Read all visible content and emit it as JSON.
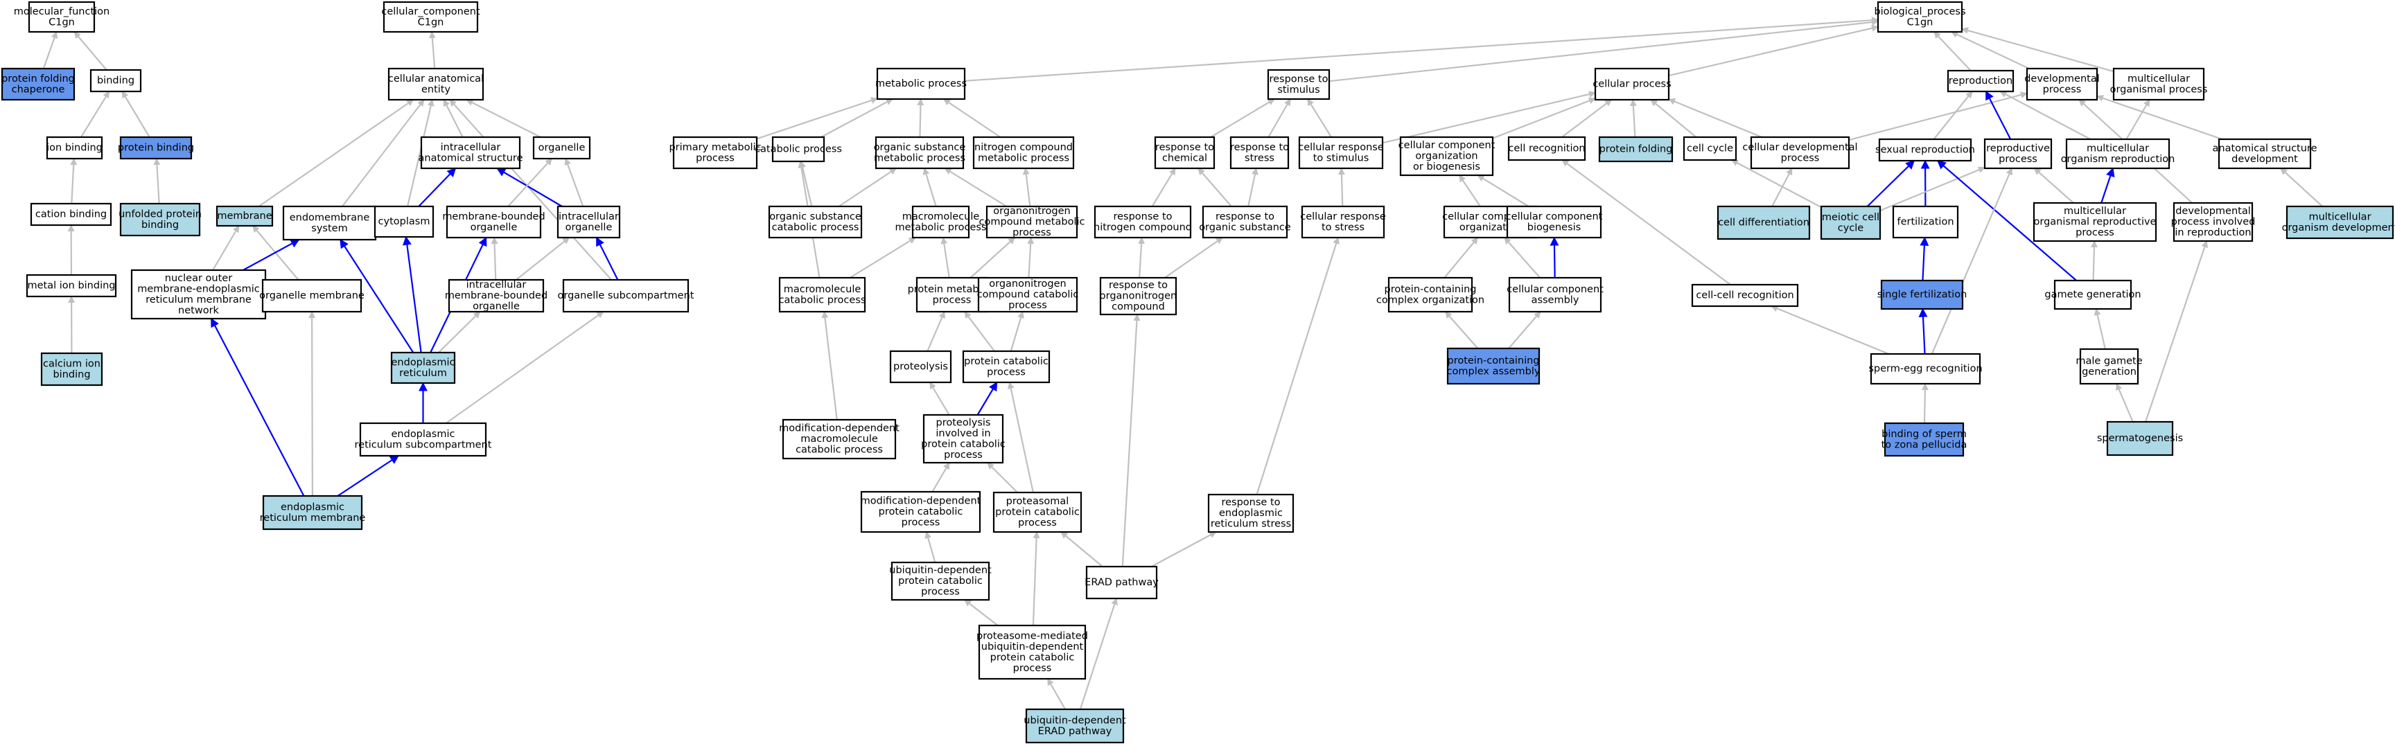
{
  "colors": {
    "plain": "#ffffff",
    "light": "#add8e6",
    "dark": "#6495ed",
    "edge_gray": "#c0c0c0",
    "edge_blue": "#0000ff",
    "border": "#000000"
  },
  "nodes": {
    "mf": {
      "label": [
        "molecular_function",
        "C1gn"
      ],
      "fill": "plain"
    },
    "pfc": {
      "label": [
        "protein folding",
        "chaperone"
      ],
      "fill": "dark"
    },
    "binding": {
      "label": [
        "binding"
      ],
      "fill": "plain"
    },
    "ionb": {
      "label": [
        "ion binding"
      ],
      "fill": "plain"
    },
    "protb": {
      "label": [
        "protein binding"
      ],
      "fill": "dark"
    },
    "catb": {
      "label": [
        "cation binding"
      ],
      "fill": "plain"
    },
    "upb": {
      "label": [
        "unfolded protein",
        "binding"
      ],
      "fill": "light"
    },
    "metb": {
      "label": [
        "metal ion binding"
      ],
      "fill": "plain"
    },
    "calb": {
      "label": [
        "calcium ion",
        "binding"
      ],
      "fill": "light"
    },
    "cc": {
      "label": [
        "cellular_component",
        "C1gn"
      ],
      "fill": "plain"
    },
    "cae": {
      "label": [
        "cellular anatomical",
        "entity"
      ],
      "fill": "plain"
    },
    "ias": {
      "label": [
        "intracellular",
        "anatomical structure"
      ],
      "fill": "plain"
    },
    "org": {
      "label": [
        "organelle"
      ],
      "fill": "plain"
    },
    "mem": {
      "label": [
        "membrane"
      ],
      "fill": "light"
    },
    "ems": {
      "label": [
        "endomembrane",
        "system"
      ],
      "fill": "plain"
    },
    "cyto": {
      "label": [
        "cytoplasm"
      ],
      "fill": "plain"
    },
    "mbo": {
      "label": [
        "membrane-bounded",
        "organelle"
      ],
      "fill": "plain"
    },
    "io": {
      "label": [
        "intracellular",
        "organelle"
      ],
      "fill": "plain"
    },
    "nom": {
      "label": [
        "nuclear outer",
        "membrane-endoplasmic",
        "reticulum membrane",
        "network"
      ],
      "fill": "plain"
    },
    "om": {
      "label": [
        "organelle membrane"
      ],
      "fill": "plain"
    },
    "imbo": {
      "label": [
        "intracellular",
        "membrane-bounded",
        "organelle"
      ],
      "fill": "plain"
    },
    "osub": {
      "label": [
        "organelle subcompartment"
      ],
      "fill": "plain"
    },
    "er": {
      "label": [
        "endoplasmic",
        "reticulum"
      ],
      "fill": "light"
    },
    "ersub": {
      "label": [
        "endoplasmic",
        "reticulum subcompartment"
      ],
      "fill": "plain"
    },
    "erm": {
      "label": [
        "endoplasmic",
        "reticulum membrane"
      ],
      "fill": "light"
    },
    "bp": {
      "label": [
        "biological_process",
        "C1gn"
      ],
      "fill": "plain"
    },
    "metp": {
      "label": [
        "metabolic process"
      ],
      "fill": "plain"
    },
    "rts": {
      "label": [
        "response to",
        "stimulus"
      ],
      "fill": "plain"
    },
    "cellp": {
      "label": [
        "cellular process"
      ],
      "fill": "plain"
    },
    "repro": {
      "label": [
        "reproduction"
      ],
      "fill": "plain"
    },
    "devp": {
      "label": [
        "developmental",
        "process"
      ],
      "fill": "plain"
    },
    "mop": {
      "label": [
        "multicellular",
        "organismal process"
      ],
      "fill": "plain"
    },
    "pmp": {
      "label": [
        "primary metabolic",
        "process"
      ],
      "fill": "plain"
    },
    "catp": {
      "label": [
        "catabolic process"
      ],
      "fill": "plain"
    },
    "osmp": {
      "label": [
        "organic substance",
        "metabolic process"
      ],
      "fill": "plain"
    },
    "ncmp": {
      "label": [
        "nitrogen compound",
        "metabolic process"
      ],
      "fill": "plain"
    },
    "rtc": {
      "label": [
        "response to",
        "chemical"
      ],
      "fill": "plain"
    },
    "rtstress": {
      "label": [
        "response to",
        "stress"
      ],
      "fill": "plain"
    },
    "crs": {
      "label": [
        "cellular response",
        "to stimulus"
      ],
      "fill": "plain"
    },
    "ccob": {
      "label": [
        "cellular component",
        "organization",
        "or biogenesis"
      ],
      "fill": "plain"
    },
    "cellrec": {
      "label": [
        "cell recognition"
      ],
      "fill": "plain"
    },
    "pfold": {
      "label": [
        "protein folding"
      ],
      "fill": "light"
    },
    "cycle": {
      "label": [
        "cell cycle"
      ],
      "fill": "plain"
    },
    "cdp": {
      "label": [
        "cellular developmental",
        "process"
      ],
      "fill": "plain"
    },
    "sexrep": {
      "label": [
        "sexual reproduction"
      ],
      "fill": "plain"
    },
    "repp": {
      "label": [
        "reproductive",
        "process"
      ],
      "fill": "plain"
    },
    "mor": {
      "label": [
        "multicellular",
        "organism reproduction"
      ],
      "fill": "plain"
    },
    "asd": {
      "label": [
        "anatomical structure",
        "development"
      ],
      "fill": "plain"
    },
    "oscp": {
      "label": [
        "organic substance",
        "catabolic process"
      ],
      "fill": "plain"
    },
    "mmp": {
      "label": [
        "macromolecule",
        "metabolic process"
      ],
      "fill": "plain"
    },
    "oncmp": {
      "label": [
        "organonitrogen",
        "compound metabolic",
        "process"
      ],
      "fill": "plain"
    },
    "rtnc": {
      "label": [
        "response to",
        "nitrogen compound"
      ],
      "fill": "plain"
    },
    "rtos": {
      "label": [
        "response to",
        "organic substance"
      ],
      "fill": "plain"
    },
    "crts": {
      "label": [
        "cellular response",
        "to stress"
      ],
      "fill": "plain"
    },
    "cco": {
      "label": [
        "cellular component",
        "organization"
      ],
      "fill": "plain"
    },
    "ccb": {
      "label": [
        "cellular component",
        "biogenesis"
      ],
      "fill": "plain"
    },
    "celldiff": {
      "label": [
        "cell differentiation"
      ],
      "fill": "light"
    },
    "mcc": {
      "label": [
        "meiotic cell",
        "cycle"
      ],
      "fill": "light"
    },
    "fert": {
      "label": [
        "fertilization"
      ],
      "fill": "plain"
    },
    "morp": {
      "label": [
        "multicellular",
        "organismal reproductive",
        "process"
      ],
      "fill": "plain"
    },
    "dpir": {
      "label": [
        "developmental",
        "process involved",
        "in reproduction"
      ],
      "fill": "plain"
    },
    "mod": {
      "label": [
        "multicellular",
        "organism development"
      ],
      "fill": "light"
    },
    "mcp": {
      "label": [
        "macromolecule",
        "catabolic process"
      ],
      "fill": "plain"
    },
    "pmetp": {
      "label": [
        "protein metabolic",
        "process"
      ],
      "fill": "plain"
    },
    "onccp": {
      "label": [
        "organonitrogen",
        "compound catabolic",
        "process"
      ],
      "fill": "plain"
    },
    "rtonc": {
      "label": [
        "response to",
        "organonitrogen",
        "compound"
      ],
      "fill": "plain"
    },
    "pcco": {
      "label": [
        "protein-containing",
        "complex organization"
      ],
      "fill": "plain"
    },
    "cca": {
      "label": [
        "cellular component",
        "assembly"
      ],
      "fill": "plain"
    },
    "ccr": {
      "label": [
        "cell-cell recognition"
      ],
      "fill": "plain"
    },
    "sfert": {
      "label": [
        "single fertilization"
      ],
      "fill": "dark"
    },
    "gg": {
      "label": [
        "gamete generation"
      ],
      "fill": "plain"
    },
    "protl": {
      "label": [
        "proteolysis"
      ],
      "fill": "plain"
    },
    "pcatp": {
      "label": [
        "protein catabolic",
        "process"
      ],
      "fill": "plain"
    },
    "pcca": {
      "label": [
        "protein-containing",
        "complex assembly"
      ],
      "fill": "dark"
    },
    "ser": {
      "label": [
        "sperm-egg recognition"
      ],
      "fill": "plain"
    },
    "mgg": {
      "label": [
        "male gamete",
        "generation"
      ],
      "fill": "plain"
    },
    "mdmcp": {
      "label": [
        "modification-dependent",
        "macromolecule",
        "catabolic process"
      ],
      "fill": "plain"
    },
    "pipcp": {
      "label": [
        "proteolysis",
        "involved in",
        "protein catabolic",
        "process"
      ],
      "fill": "plain"
    },
    "bszp": {
      "label": [
        "binding of sperm",
        "to zona pellucida"
      ],
      "fill": "dark"
    },
    "sperm": {
      "label": [
        "spermatogenesis"
      ],
      "fill": "light"
    },
    "mdpcp": {
      "label": [
        "modification-dependent",
        "protein catabolic",
        "process"
      ],
      "fill": "plain"
    },
    "ppcp": {
      "label": [
        "proteasomal",
        "protein catabolic",
        "process"
      ],
      "fill": "plain"
    },
    "rters": {
      "label": [
        "response to",
        "endoplasmic",
        "reticulum stress"
      ],
      "fill": "plain"
    },
    "udpcp": {
      "label": [
        "ubiquitin-dependent",
        "protein catabolic",
        "process"
      ],
      "fill": "plain"
    },
    "erad": {
      "label": [
        "ERAD pathway"
      ],
      "fill": "plain"
    },
    "pmudp": {
      "label": [
        "proteasome-mediated",
        "ubiquitin-dependent",
        "protein catabolic",
        "process"
      ],
      "fill": "plain"
    },
    "uderad": {
      "label": [
        "ubiquitin-dependent",
        "ERAD pathway"
      ],
      "fill": "light"
    }
  },
  "edges": [
    [
      "pfc",
      "mf",
      "g"
    ],
    [
      "binding",
      "mf",
      "g"
    ],
    [
      "ionb",
      "binding",
      "g"
    ],
    [
      "protb",
      "binding",
      "g"
    ],
    [
      "catb",
      "ionb",
      "g"
    ],
    [
      "upb",
      "protb",
      "g"
    ],
    [
      "metb",
      "catb",
      "g"
    ],
    [
      "calb",
      "metb",
      "g"
    ],
    [
      "cae",
      "cc",
      "g"
    ],
    [
      "ias",
      "cae",
      "g"
    ],
    [
      "org",
      "cae",
      "g"
    ],
    [
      "mem",
      "cae",
      "g"
    ],
    [
      "ems",
      "cae",
      "g"
    ],
    [
      "cyto",
      "cae",
      "g"
    ],
    [
      "osub",
      "cae",
      "g"
    ],
    [
      "cyto",
      "ias",
      "b"
    ],
    [
      "io",
      "ias",
      "b"
    ],
    [
      "mbo",
      "org",
      "g"
    ],
    [
      "io",
      "org",
      "g"
    ],
    [
      "nom",
      "mem",
      "g"
    ],
    [
      "om",
      "mem",
      "g"
    ],
    [
      "nom",
      "ems",
      "b"
    ],
    [
      "er",
      "ems",
      "b"
    ],
    [
      "er",
      "cyto",
      "b"
    ],
    [
      "imbo",
      "mbo",
      "g"
    ],
    [
      "er",
      "mbo",
      "b"
    ],
    [
      "imbo",
      "io",
      "g"
    ],
    [
      "osub",
      "io",
      "b"
    ],
    [
      "erm",
      "nom",
      "b"
    ],
    [
      "erm",
      "om",
      "g"
    ],
    [
      "er",
      "imbo",
      "g"
    ],
    [
      "ersub",
      "osub",
      "g"
    ],
    [
      "ersub",
      "er",
      "b"
    ],
    [
      "erm",
      "ersub",
      "b"
    ],
    [
      "metp",
      "bp",
      "g"
    ],
    [
      "rts",
      "bp",
      "g"
    ],
    [
      "cellp",
      "bp",
      "g"
    ],
    [
      "repro",
      "bp",
      "g"
    ],
    [
      "devp",
      "bp",
      "g"
    ],
    [
      "mop",
      "bp",
      "g"
    ],
    [
      "pmp",
      "metp",
      "g"
    ],
    [
      "catp",
      "metp",
      "g"
    ],
    [
      "osmp",
      "metp",
      "g"
    ],
    [
      "ncmp",
      "metp",
      "g"
    ],
    [
      "rtc",
      "rts",
      "g"
    ],
    [
      "rtstress",
      "rts",
      "g"
    ],
    [
      "crs",
      "rts",
      "g"
    ],
    [
      "crs",
      "cellp",
      "g"
    ],
    [
      "ccob",
      "cellp",
      "g"
    ],
    [
      "cellrec",
      "cellp",
      "g"
    ],
    [
      "pfold",
      "cellp",
      "g"
    ],
    [
      "cycle",
      "cellp",
      "g"
    ],
    [
      "cdp",
      "cellp",
      "g"
    ],
    [
      "cdp",
      "devp",
      "g"
    ],
    [
      "sexrep",
      "repro",
      "g"
    ],
    [
      "repp",
      "repro",
      "b"
    ],
    [
      "mor",
      "repro",
      "g"
    ],
    [
      "mor",
      "mop",
      "g"
    ],
    [
      "asd",
      "devp",
      "g"
    ],
    [
      "oscp",
      "catp",
      "g"
    ],
    [
      "oscp",
      "osmp",
      "g"
    ],
    [
      "mmp",
      "osmp",
      "g"
    ],
    [
      "oncmp",
      "osmp",
      "g"
    ],
    [
      "oncmp",
      "ncmp",
      "g"
    ],
    [
      "rtnc",
      "rtc",
      "g"
    ],
    [
      "rtos",
      "rtc",
      "g"
    ],
    [
      "rtos",
      "rtstress",
      "g"
    ],
    [
      "crts",
      "crs",
      "g"
    ],
    [
      "cco",
      "ccob",
      "g"
    ],
    [
      "ccb",
      "ccob",
      "g"
    ],
    [
      "celldiff",
      "cdp",
      "g"
    ],
    [
      "mcc",
      "cycle",
      "g"
    ],
    [
      "mcc",
      "sexrep",
      "b"
    ],
    [
      "fert",
      "sexrep",
      "b"
    ],
    [
      "mcc",
      "repp",
      "g"
    ],
    [
      "morp",
      "repp",
      "g"
    ],
    [
      "morp",
      "mor",
      "b"
    ],
    [
      "dpir",
      "devp",
      "g"
    ],
    [
      "mod",
      "asd",
      "g"
    ],
    [
      "mcp",
      "mmp",
      "g"
    ],
    [
      "pmetp",
      "mmp",
      "g"
    ],
    [
      "pmetp",
      "oncmp",
      "g"
    ],
    [
      "onccp",
      "oncmp",
      "g"
    ],
    [
      "rtonc",
      "rtnc",
      "g"
    ],
    [
      "rtonc",
      "rtos",
      "g"
    ],
    [
      "pcco",
      "cco",
      "g"
    ],
    [
      "cca",
      "cco",
      "g"
    ],
    [
      "cca",
      "ccb",
      "b"
    ],
    [
      "ccr",
      "cellrec",
      "g"
    ],
    [
      "sfert",
      "fert",
      "b"
    ],
    [
      "gg",
      "morp",
      "g"
    ],
    [
      "gg",
      "sexrep",
      "b"
    ],
    [
      "protl",
      "pmetp",
      "g"
    ],
    [
      "pcatp",
      "pmetp",
      "g"
    ],
    [
      "pcatp",
      "onccp",
      "g"
    ],
    [
      "pcca",
      "pcco",
      "g"
    ],
    [
      "pcca",
      "cca",
      "g"
    ],
    [
      "ser",
      "ccr",
      "g"
    ],
    [
      "ser",
      "sfert",
      "b"
    ],
    [
      "mgg",
      "gg",
      "g"
    ],
    [
      "mdmcp",
      "mcp",
      "g"
    ],
    [
      "pipcp",
      "protl",
      "g"
    ],
    [
      "pipcp",
      "pcatp",
      "b"
    ],
    [
      "bszp",
      "ser",
      "g"
    ],
    [
      "sperm",
      "mgg",
      "g"
    ],
    [
      "sperm",
      "dpir",
      "g"
    ],
    [
      "mdpcp",
      "pipcp",
      "g"
    ],
    [
      "ppcp",
      "pipcp",
      "g"
    ],
    [
      "ppcp",
      "pcatp",
      "g"
    ],
    [
      "rters",
      "crts",
      "g"
    ],
    [
      "udpcp",
      "mdpcp",
      "g"
    ],
    [
      "erad",
      "ppcp",
      "g"
    ],
    [
      "erad",
      "rtonc",
      "g"
    ],
    [
      "erad",
      "rters",
      "g"
    ],
    [
      "pmudp",
      "udpcp",
      "g"
    ],
    [
      "pmudp",
      "ppcp",
      "g"
    ],
    [
      "uderad",
      "erad",
      "g"
    ],
    [
      "uderad",
      "pmudp",
      "g"
    ],
    [
      "ser",
      "repp",
      "g"
    ],
    [
      "mcp",
      "catp",
      "g"
    ]
  ]
}
